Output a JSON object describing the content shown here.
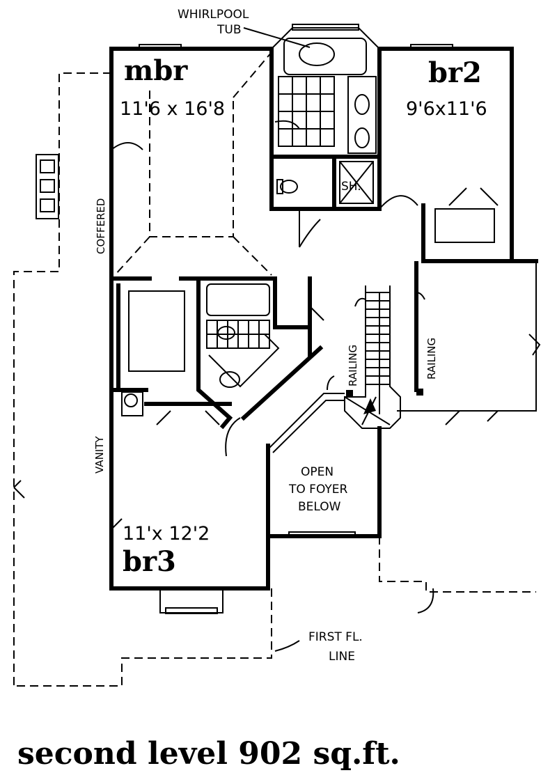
{
  "rooms": {
    "mbr": {
      "name": "mbr",
      "size": "11'6 x 16'8"
    },
    "br2": {
      "name": "br2",
      "size": "9'6x11'6"
    },
    "br3": {
      "name": "br3",
      "size": "11'x 12'2"
    }
  },
  "labels": {
    "whirlpool_1": "WHIRLPOOL",
    "whirlpool_2": "TUB",
    "shower": "SH.",
    "coffered": "COFFERED",
    "railing_left": "RAILING",
    "railing_right": "RAILING",
    "vanity": "VANITY",
    "open_1": "OPEN",
    "open_2": "TO FOYER",
    "open_3": "BELOW",
    "first_fl_1": "FIRST FL.",
    "first_fl_2": "LINE"
  },
  "caption": "second level 902 sq.ft."
}
